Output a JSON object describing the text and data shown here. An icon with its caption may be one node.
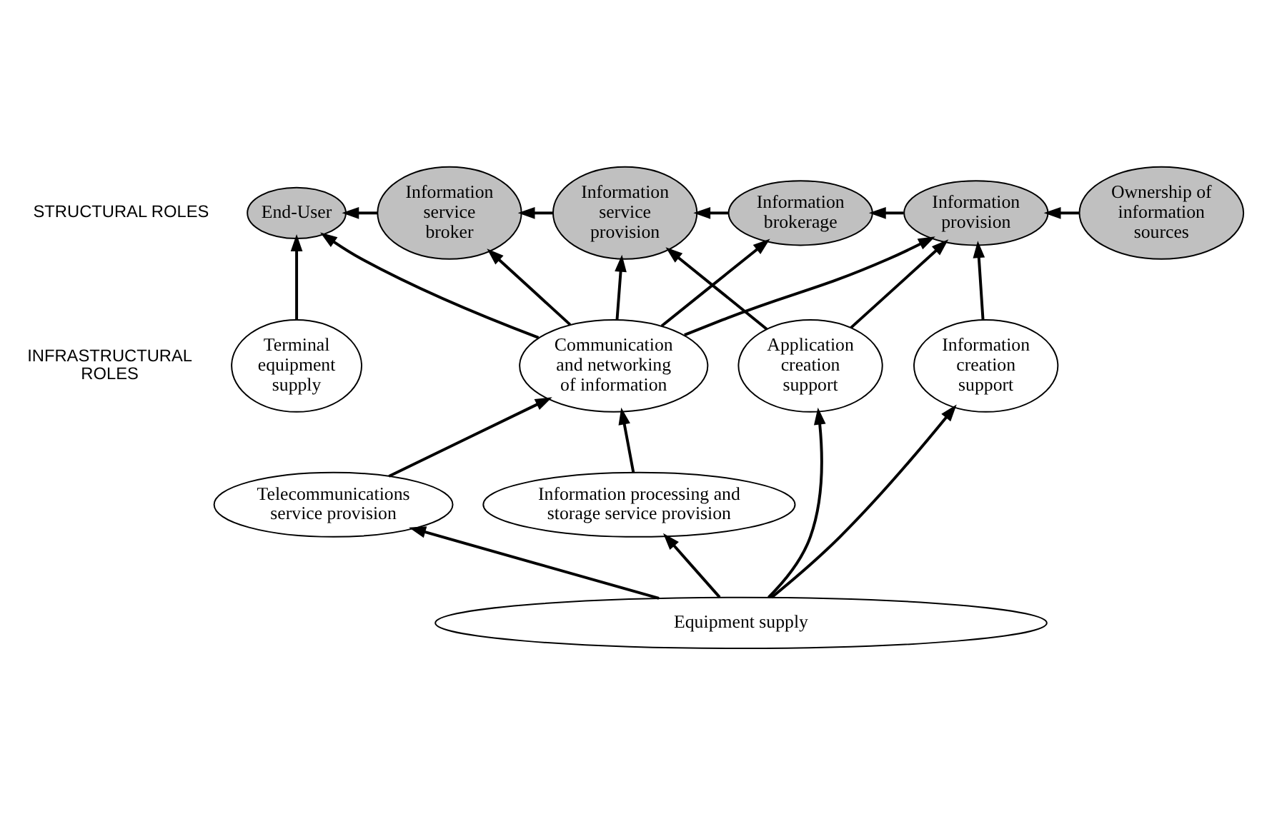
{
  "diagram": {
    "nodes": [
      {
        "text": [
          "End-User"
        ]
      },
      {
        "text": [
          "Information service broker"
        ]
      },
      {
        "text": [
          "Information service provision"
        ]
      },
      {
        "text": [
          "Information brokerage"
        ]
      },
      {
        "text": [
          "Information provision"
        ]
      },
      {
        "text": [
          "Ownership of information sources"
        ]
      },
      {
        "text": [
          "Terminal equipment supply"
        ]
      },
      {
        "text": [
          "Communication and networking of information"
        ]
      },
      {
        "text": [
          "Application creation support"
        ]
      },
      {
        "text": [
          "Information creation support"
        ]
      },
      {
        "text": [
          "Telecommunications service provision"
        ]
      },
      {
        "text": [
          "Information processing and storage service provision"
        ]
      },
      {
        "text": [
          "Equipment supply"
        ]
      }
    ],
    "edges": [
      {
        "from": 1,
        "to": 0,
        "arrow": "to"
      },
      {
        "from": 2,
        "to": 1,
        "arrow": "to"
      },
      {
        "from": 3,
        "to": 2,
        "arrow": "to"
      },
      {
        "from": 4,
        "to": 3,
        "arrow": "to"
      },
      {
        "from": 5,
        "to": 4,
        "arrow": "to"
      },
      {
        "from": 6,
        "to": 0,
        "arrow": "to"
      },
      {
        "from": 7,
        "to": 0,
        "arrow": "to"
      },
      {
        "from": 7,
        "to": 1,
        "arrow": "to"
      },
      {
        "from": 7,
        "to": 2,
        "arrow": "to"
      },
      {
        "from": 7,
        "to": 3,
        "arrow": "to"
      },
      {
        "from": 7,
        "to": 4,
        "arrow": "to"
      },
      {
        "from": 8,
        "to": 2,
        "arrow": "to"
      },
      {
        "from": 8,
        "to": 4,
        "arrow": "to"
      },
      {
        "from": 9,
        "to": 4,
        "arrow": "to"
      },
      {
        "from": 10,
        "to": 7,
        "arrow": "to"
      },
      {
        "from": 11,
        "to": 7,
        "arrow": "to"
      },
      {
        "from": 12,
        "to": 10,
        "arrow": "to"
      },
      {
        "from": 12,
        "to": 11,
        "arrow": "to"
      },
      {
        "from": 12,
        "to": 8,
        "arrow": "to"
      },
      {
        "from": 12,
        "to": 9,
        "arrow": "to"
      }
    ],
    "labels": [
      "STRUCTURAL ROLES",
      "INFRASTRUCTURAL ROLES"
    ]
  }
}
